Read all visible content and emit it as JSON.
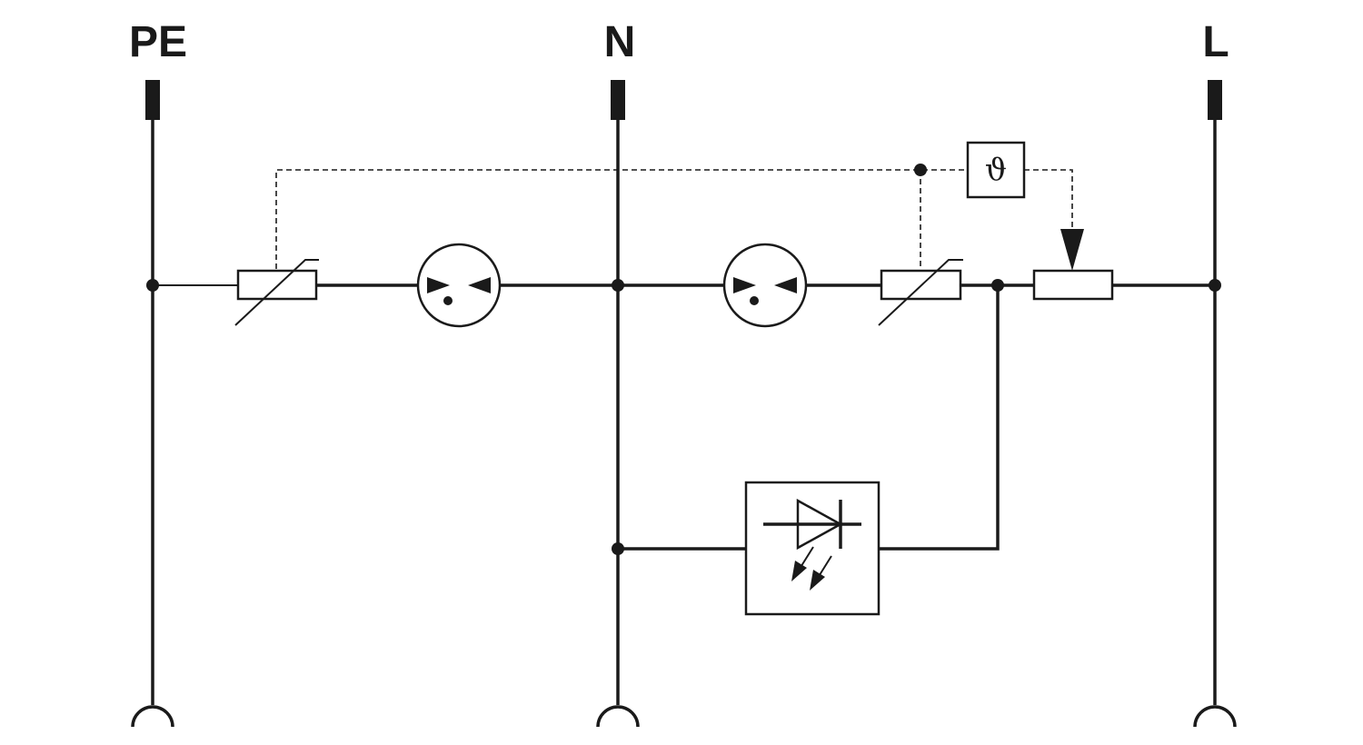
{
  "terminals": {
    "pe": {
      "label": "PE"
    },
    "n": {
      "label": "N"
    },
    "l": {
      "label": "L"
    }
  },
  "thermal_disconnect": {
    "symbol": "ϑ"
  },
  "colors": {
    "line": "#1a1a1a",
    "background": "#ffffff"
  }
}
